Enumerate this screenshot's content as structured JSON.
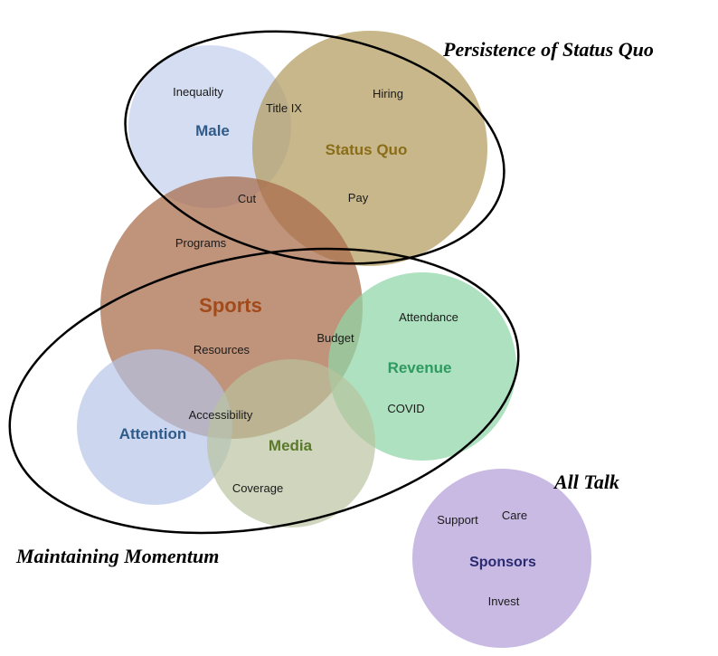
{
  "groups": {
    "persistence": "Persistence of Status Quo",
    "momentum": "Maintaining Momentum",
    "all_talk": "All Talk"
  },
  "circles": {
    "male": "Male",
    "status_quo": "Status Quo",
    "sports": "Sports",
    "revenue": "Revenue",
    "attention": "Attention",
    "media": "Media",
    "sponsors": "Sponsors"
  },
  "terms": {
    "inequality": "Inequality",
    "title_ix": "Title IX",
    "hiring": "Hiring",
    "cut": "Cut",
    "pay": "Pay",
    "programs": "Programs",
    "resources": "Resources",
    "budget": "Budget",
    "attendance": "Attendance",
    "covid": "COVID",
    "accessibility": "Accessibility",
    "coverage": "Coverage",
    "support": "Support",
    "care": "Care",
    "invest": "Invest"
  },
  "colors": {
    "male": "#c9d3ee",
    "male_text": "#2f5b8a",
    "status_quo": "#b39b5e",
    "status_quo_text": "#8a6d17",
    "sports": "#a86a48",
    "sports_text": "#a34a1b",
    "revenue": "#8fd6a6",
    "revenue_text": "#2e9a62",
    "attention": "#b4c4e8",
    "attention_text": "#2f5b8a",
    "media": "#b8c29e",
    "media_text": "#5a7a2a",
    "sponsors": "#c3b3e0",
    "sponsors_text": "#2a2a70",
    "outline": "#000000"
  }
}
